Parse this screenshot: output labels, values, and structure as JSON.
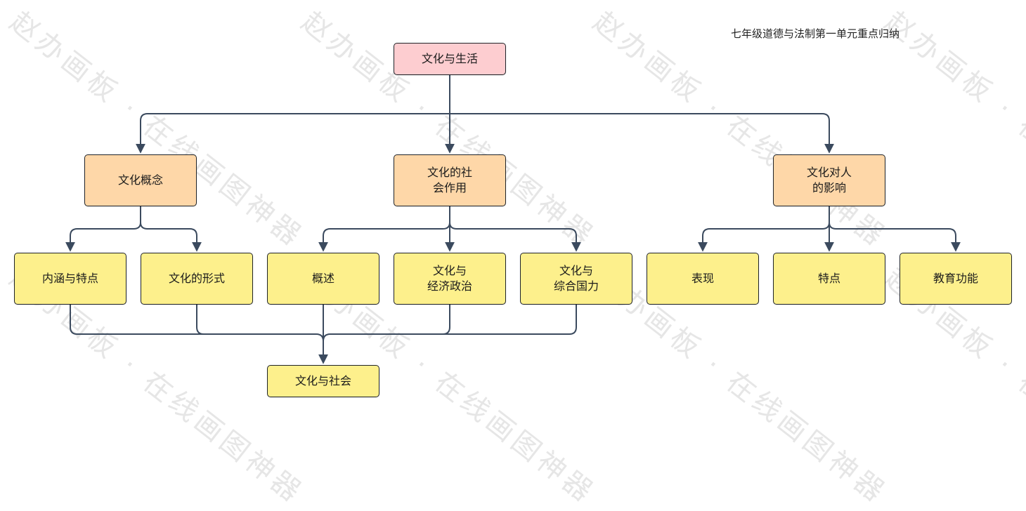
{
  "title": "七年级道德与法制第一单元重点归纳",
  "watermark": "赵办画板 · 在线画图神器",
  "colors": {
    "root": "#fdcdd0",
    "level1": "#fed7a8",
    "level2": "#fdf08c",
    "connector": "#3b4a5e",
    "border": "#1f2328"
  },
  "nodes": {
    "root": "文化与生活",
    "concept": "文化概念",
    "social_role": "文化的社\n会作用",
    "influence": "文化对人\n的影响",
    "connotation": "内涵与特点",
    "form": "文化的形式",
    "overview": "概述",
    "economy_politics": "文化与\n经济政治",
    "national_power": "文化与\n综合国力",
    "manifestation": "表现",
    "features": "特点",
    "education": "教育功能",
    "society": "文化与社会"
  }
}
